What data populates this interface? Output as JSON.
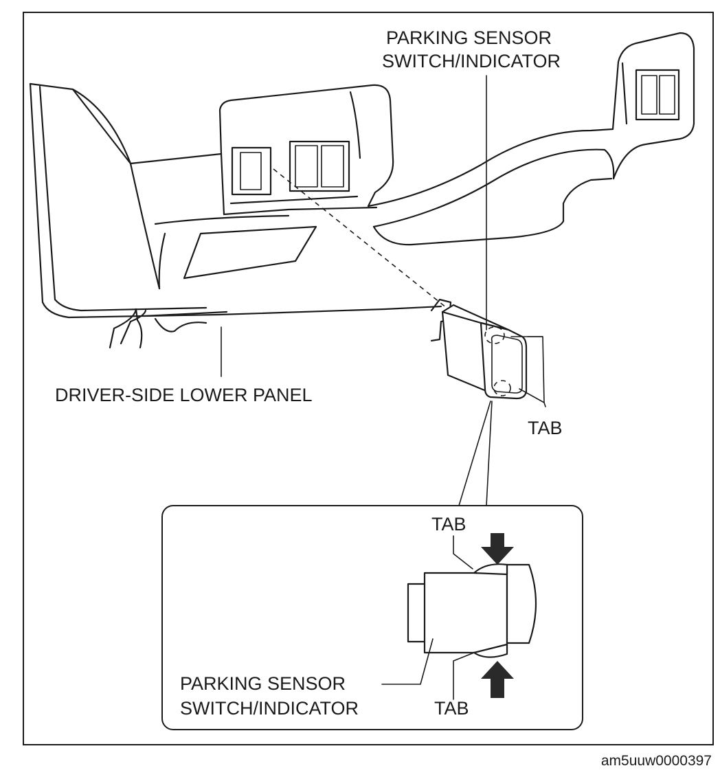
{
  "labels": {
    "top_switch_line1": "PARKING SENSOR",
    "top_switch_line2": "SWITCH/INDICATOR",
    "panel": "DRIVER-SIDE LOWER PANEL",
    "tab_main": "TAB",
    "tab_detail_top": "TAB",
    "detail_switch_line1": "PARKING SENSOR",
    "detail_switch_line2": "SWITCH/INDICATOR",
    "tab_detail_bottom": "TAB"
  },
  "figure_code": "am5uuw0000397",
  "icons": [
    "down-arrow-icon",
    "up-arrow-icon"
  ]
}
